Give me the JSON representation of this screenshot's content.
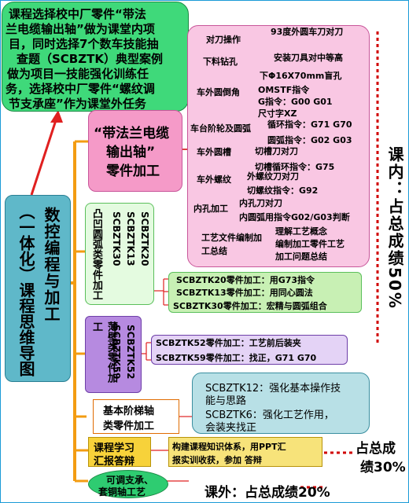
{
  "top_left_box": {
    "lines": [
      "课程选择校中厂零件“带法",
      "兰电缆输出轴”做为课堂内项",
      "目，同时选择7个数车技能抽",
      "查题（SCBZTK）典型案例",
      "做为项目一技能强化训练任",
      "务，选择校中厂零件“螺纹调",
      "节支承座”作为课堂外任务"
    ]
  },
  "main_title": {
    "line1": "数控编程与加工",
    "line2": "（一体化）课程思维导图"
  },
  "part_box": {
    "lines": [
      "“带法兰电缆",
      "输出轴”",
      "零件加工"
    ]
  },
  "part_tasks": [
    {
      "label": "对刀操作",
      "items": [
        "93度外圆车刀对刀",
        "安装刀具对中等高"
      ]
    },
    {
      "label": "下料钻孔",
      "items": [
        "下Φ16X70mm盲孔"
      ]
    },
    {
      "label": "车外圆倒角",
      "items": [
        "OMSTF指令",
        "G指令：G00 G01",
        "尺寸字XZ"
      ]
    },
    {
      "label": "车台阶轮及圆弧",
      "items": [
        "循环指令：G71 G70",
        "圆弧指令：G02 G03"
      ]
    },
    {
      "label": "车外圆槽",
      "items": [
        "切槽刀对刀",
        "切槽循环指令：G75"
      ]
    },
    {
      "label": "车外螺纹",
      "items": [
        "外螺纹刀对刀",
        "切螺纹指令：G92"
      ]
    },
    {
      "label": "内孔加工",
      "items": [
        "内孔刀对刀",
        "内圆弧用指令G02/G03判断"
      ]
    },
    {
      "label": "工艺文件编制加工总结",
      "items": [
        "理解工艺概念",
        "编制加工零件工艺",
        "加工问题总结"
      ]
    }
  ],
  "arc_box": {
    "title": "凸凹圆弧类零件加工",
    "codes": "SCBZTK20 SCBZTK13 SCBZTK30",
    "items": [
      "SCBZTK20零件加工：用G73指令",
      "SCBZTK13零件加工：用同心圆法",
      "SCBZTK30零件加工：宏精与圆弧组合"
    ]
  },
  "thin_box": {
    "title": "薄壁类零件加工",
    "codes": "SCBZTK52 SCBZTK59",
    "items": [
      "SCBZTK52零件加工：工艺前后装夹",
      "SCBZTK59零件加工：找正，G71 G70"
    ]
  },
  "step_box": {
    "label": [
      "基本阶梯轴",
      "类零件加工"
    ],
    "items": [
      "SCBZTK12：强化基本操作技",
      "能与思路",
      "SCBZTK6：强化工艺作用，",
      "会装夹找正"
    ]
  },
  "report_box": {
    "label": [
      "课程学习",
      "汇报答辩"
    ],
    "items": [
      "构建课程知识体系，用PPT汇",
      "报实训收获，参加 答辩"
    ]
  },
  "adjust_box": {
    "label": [
      "可调支承、",
      "套铜轴工艺"
    ]
  },
  "scores": {
    "inside": "课内：占总成绩50%",
    "report": [
      "占总成",
      "绩30%"
    ],
    "outside": "课外：占总成绩20%"
  },
  "colors": {
    "teal": "#5fb8c9",
    "green": "#2ecc71",
    "pink": "#f59ac8",
    "lightgreen": "#c8f0b4",
    "purple": "#b68ae0",
    "orange": "#f39c12",
    "red": "#e02020"
  }
}
